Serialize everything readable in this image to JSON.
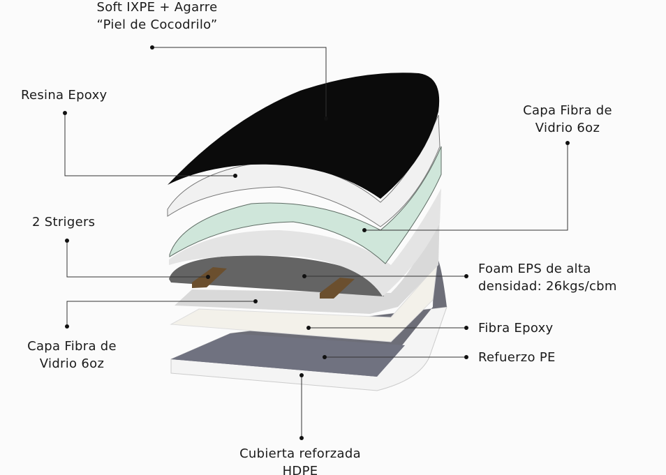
{
  "labels": {
    "soft_ixpe": {
      "line1": "Soft IXPE + Agarre",
      "line2": "“Piel de Cocodrilo”"
    },
    "resina_epoxy": "Resina Epoxy",
    "capa_fibra_right": {
      "line1": "Capa Fibra de",
      "line2": "Vidrio 6oz"
    },
    "strigers": "2 Strigers",
    "foam_eps": {
      "line1": "Foam EPS de alta",
      "line2": "densidad: 26kgs/cbm"
    },
    "capa_fibra_left": {
      "line1": "Capa Fibra de",
      "line2": "Vidrio 6oz"
    },
    "fibra_epoxy": "Fibra Epoxy",
    "refuerzo_pe": "Refuerzo PE",
    "cubierta": {
      "line1": "Cubierta reforzada",
      "line2": "HDPE"
    }
  },
  "colors": {
    "ixpe": "#0b0b0b",
    "resin": "#f1f1f1",
    "glass": "#cfe6da",
    "foam": "#6b6b6b",
    "stringer": "#6b4f2e",
    "pe": "#6d6e78"
  }
}
